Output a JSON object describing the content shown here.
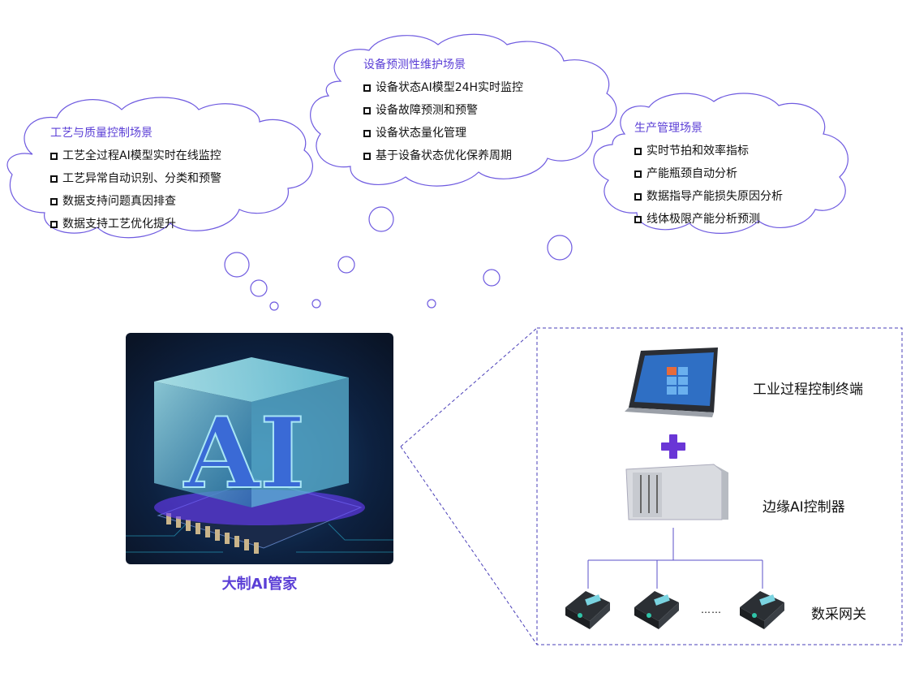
{
  "clouds": {
    "process": {
      "title": "工艺与质量控制场景",
      "items": [
        "工艺全过程AI模型实时在线监控",
        "工艺异常自动识别、分类和预警",
        "数据支持问题真因排查",
        "数据支持工艺优化提升"
      ]
    },
    "maintenance": {
      "title": "设备预测性维护场景",
      "items": [
        "设备状态AI模型24H实时监控",
        "设备故障预测和预警",
        "设备状态量化管理",
        "基于设备状态优化保养周期"
      ]
    },
    "production": {
      "title": "生产管理场景",
      "items": [
        "实时节拍和效率指标",
        "产能瓶颈自动分析",
        "数据指导产能损失原因分析",
        "线体极限产能分析预测"
      ]
    }
  },
  "main": {
    "caption": "大制AI管家",
    "ai_letters": "AI"
  },
  "devices": {
    "terminal_label": "工业过程控制终端",
    "controller_label": "边缘AI控制器",
    "gateway_label": "数采网关",
    "ellipsis": "……"
  },
  "colors": {
    "accent": "#5b3fd6",
    "cloud_outline": "#6f5be0",
    "dashed_border": "#4a3fb8"
  }
}
